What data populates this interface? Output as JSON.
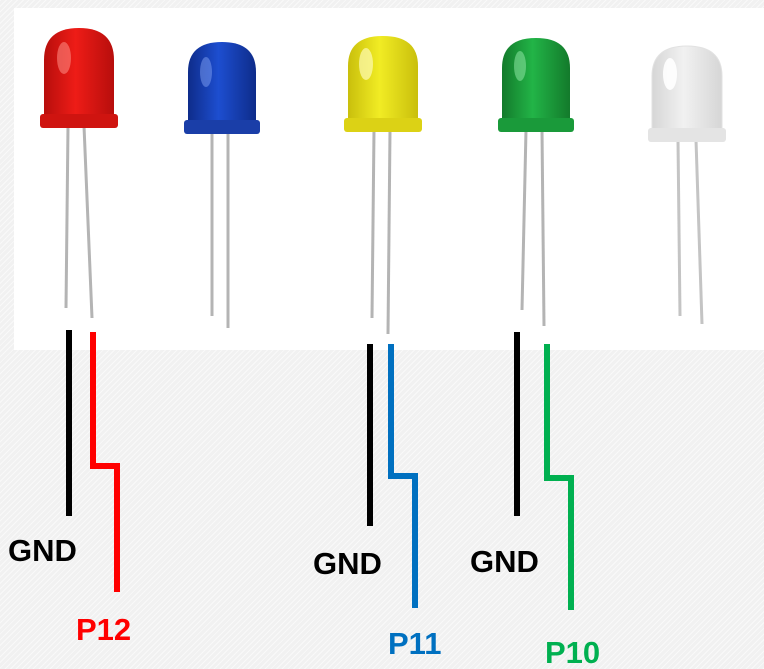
{
  "leds": [
    {
      "color_name": "red",
      "body": "#ee1c17",
      "shade": "#b70e0c",
      "rim": "#cf1410",
      "highlight": "#ff8f86"
    },
    {
      "color_name": "blue",
      "body": "#1d4ed0",
      "shade": "#0e2c8a",
      "rim": "#1a3ea8",
      "highlight": "#7f9ff2"
    },
    {
      "color_name": "yellow",
      "body": "#f1ec24",
      "shade": "#c9bf0c",
      "rim": "#dcd215",
      "highlight": "#fdfbb5"
    },
    {
      "color_name": "green",
      "body": "#22b447",
      "shade": "#137a2b",
      "rim": "#1a9a3a",
      "highlight": "#8ee6a4"
    },
    {
      "color_name": "white",
      "body": "#f1f1f1",
      "shade": "#d6d6d6",
      "rim": "#e4e4e4",
      "highlight": "#ffffff"
    }
  ],
  "wires": [
    {
      "led": "red",
      "gnd_label": "GND",
      "pin_label": "P12",
      "gnd_color": "#000000",
      "pin_color": "#ff0000"
    },
    {
      "led": "yellow",
      "gnd_label": "GND",
      "pin_label": "P11",
      "gnd_color": "#000000",
      "pin_color": "#0070c0"
    },
    {
      "led": "green",
      "gnd_label": "GND",
      "pin_label": "P10",
      "gnd_color": "#000000",
      "pin_color": "#00b050"
    }
  ]
}
